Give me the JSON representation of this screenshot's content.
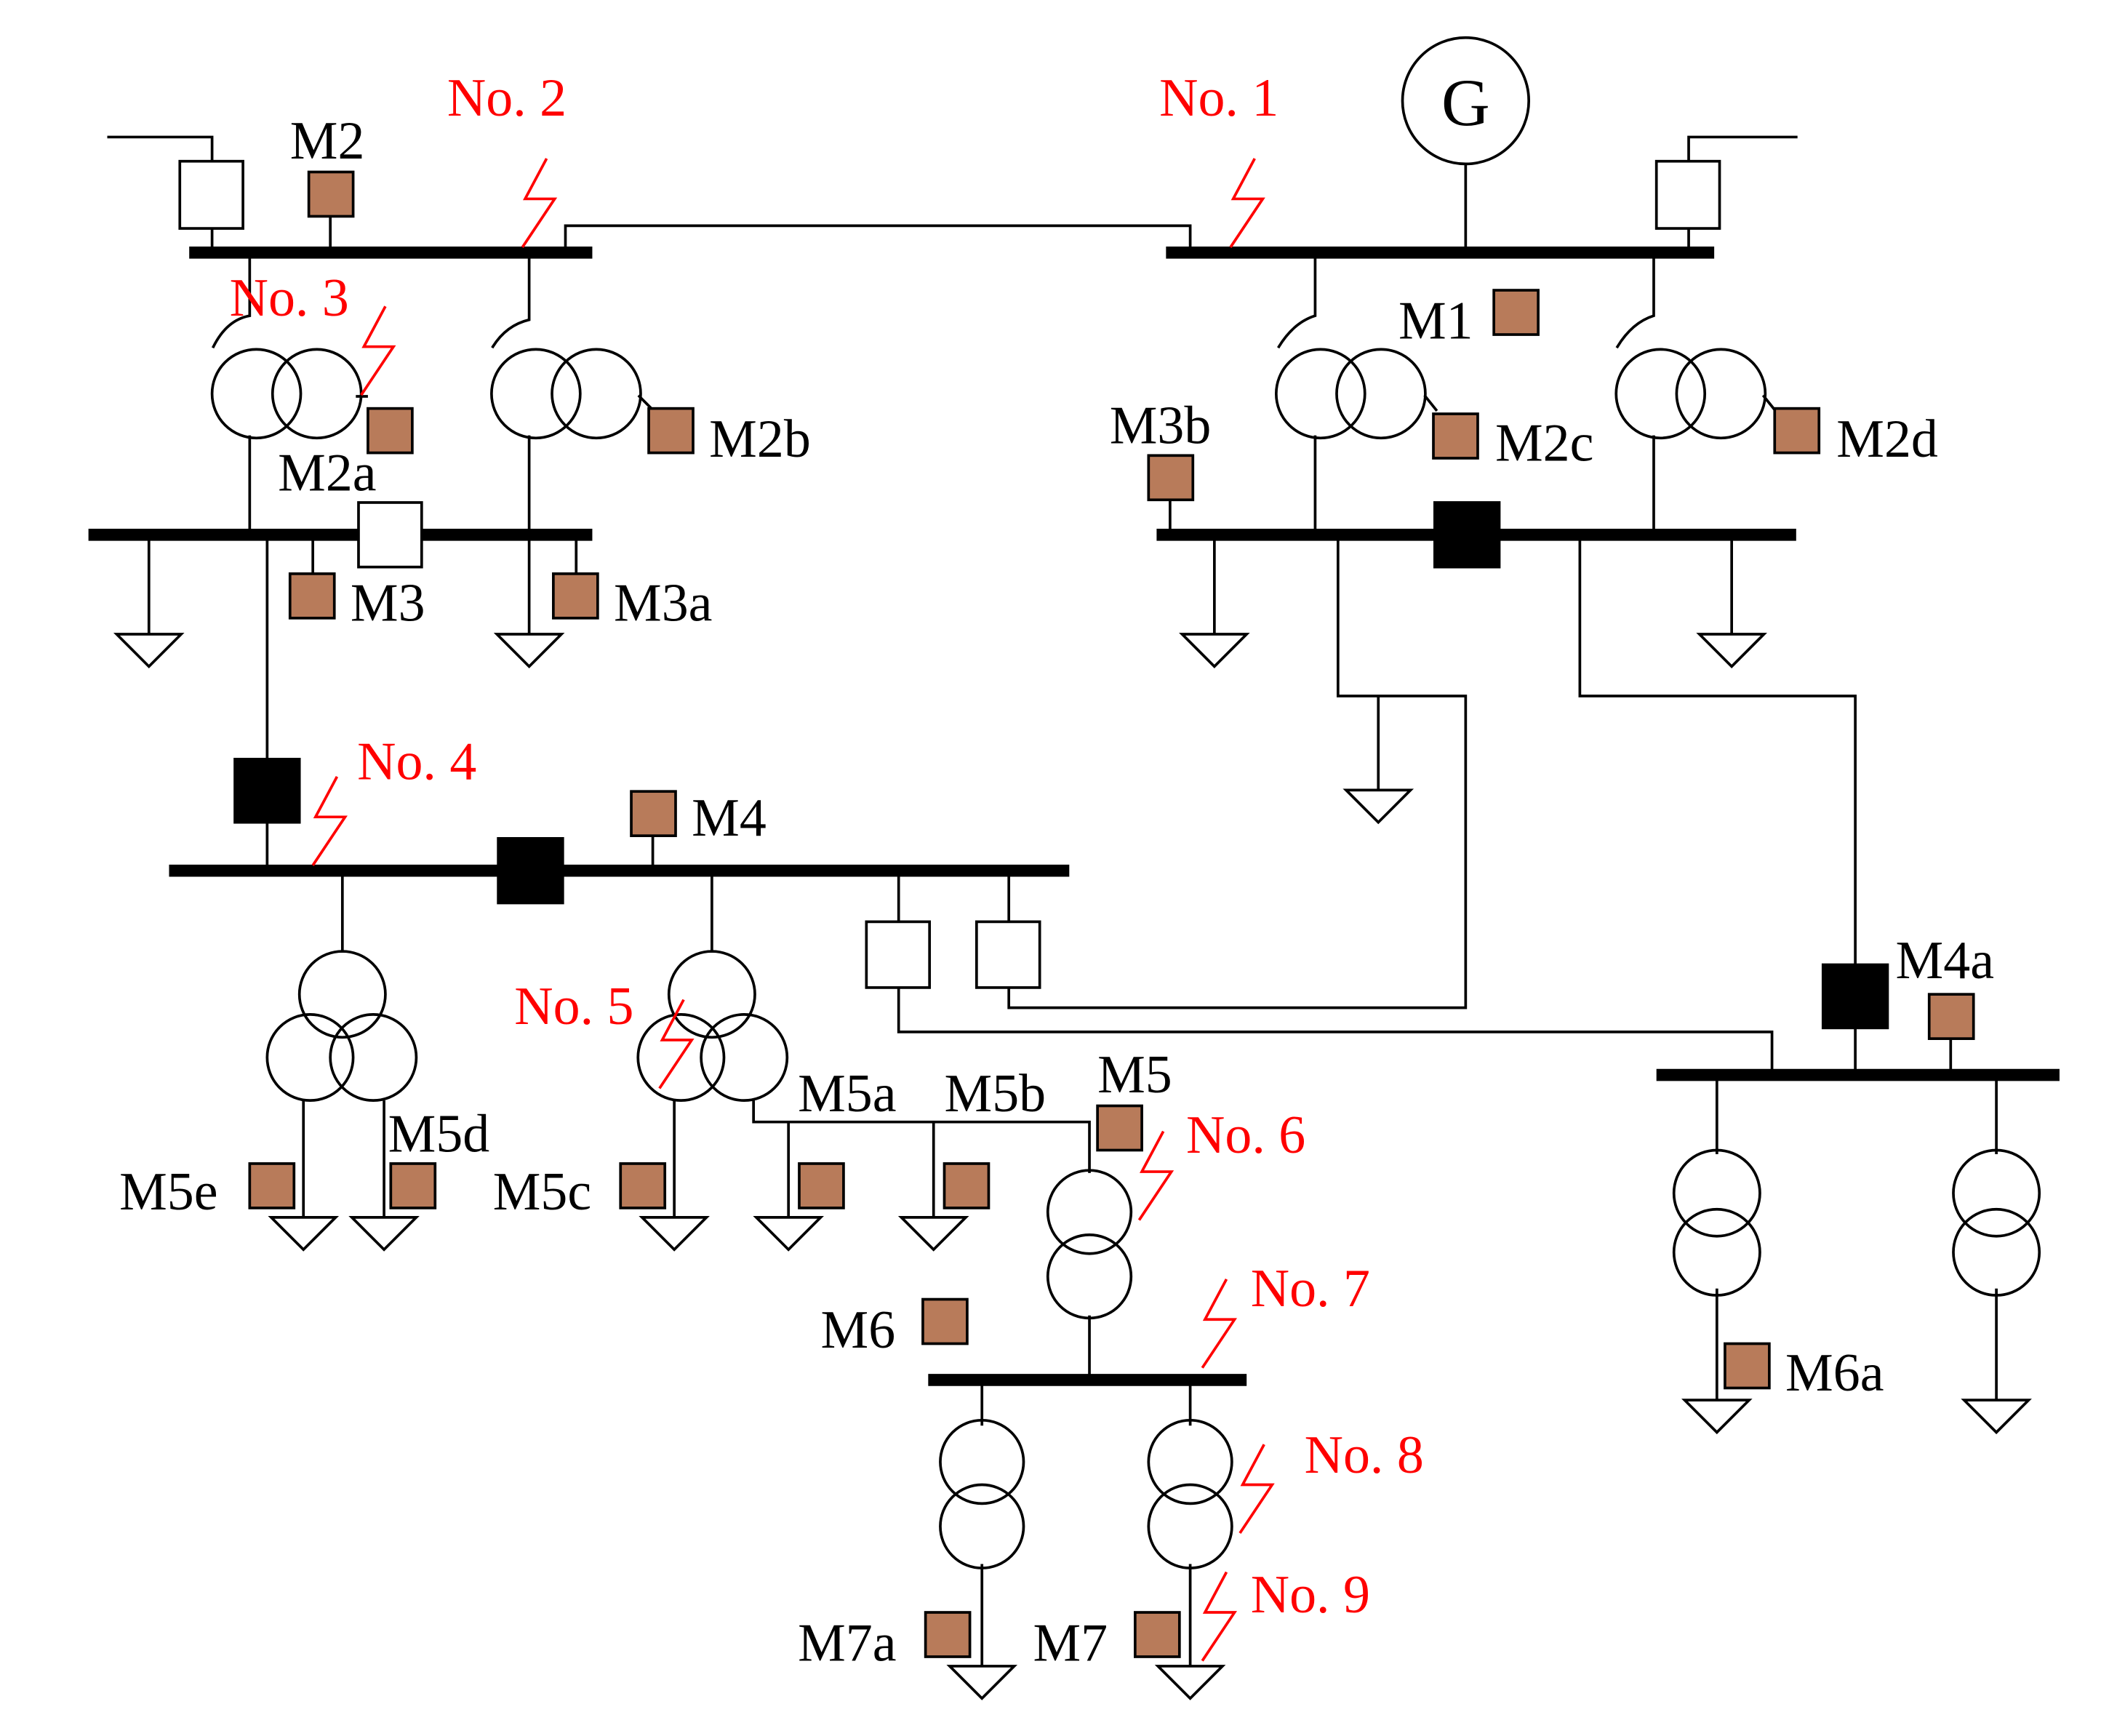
{
  "colors": {
    "line": "#000000",
    "meter_fill": "#b87b5a",
    "fault": "#ff0000",
    "breaker_closed": "#000000",
    "breaker_open": "#ffffff"
  },
  "generator": {
    "label": "G"
  },
  "faults": [
    {
      "id": "1",
      "label": "No. 1"
    },
    {
      "id": "2",
      "label": "No. 2"
    },
    {
      "id": "3",
      "label": "No. 3"
    },
    {
      "id": "4",
      "label": "No. 4"
    },
    {
      "id": "5",
      "label": "No. 5"
    },
    {
      "id": "6",
      "label": "No. 6"
    },
    {
      "id": "7",
      "label": "No. 7"
    },
    {
      "id": "8",
      "label": "No. 8"
    },
    {
      "id": "9",
      "label": "No. 9"
    }
  ],
  "meters": [
    {
      "id": "m1",
      "label": "M1"
    },
    {
      "id": "m2",
      "label": "M2"
    },
    {
      "id": "m2a",
      "label": "M2a"
    },
    {
      "id": "m2b",
      "label": "M2b"
    },
    {
      "id": "m2c",
      "label": "M2c"
    },
    {
      "id": "m2d",
      "label": "M2d"
    },
    {
      "id": "m3",
      "label": "M3"
    },
    {
      "id": "m3a",
      "label": "M3a"
    },
    {
      "id": "m3b",
      "label": "M3b"
    },
    {
      "id": "m4",
      "label": "M4"
    },
    {
      "id": "m4a",
      "label": "M4a"
    },
    {
      "id": "m5",
      "label": "M5"
    },
    {
      "id": "m5a",
      "label": "M5a"
    },
    {
      "id": "m5b",
      "label": "M5b"
    },
    {
      "id": "m5c",
      "label": "M5c"
    },
    {
      "id": "m5d",
      "label": "M5d"
    },
    {
      "id": "m5e",
      "label": "M5e"
    },
    {
      "id": "m6",
      "label": "M6"
    },
    {
      "id": "m6a",
      "label": "M6a"
    },
    {
      "id": "m7",
      "label": "M7"
    },
    {
      "id": "m7a",
      "label": "M7a"
    }
  ]
}
